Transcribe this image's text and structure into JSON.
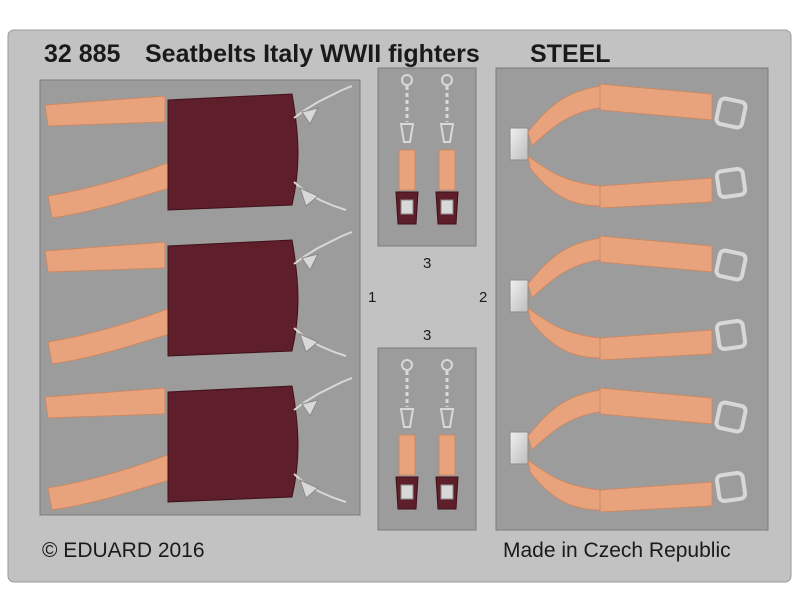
{
  "header": {
    "code": "32 885",
    "title": "Seatbelts Italy WWII fighters",
    "material": "STEEL"
  },
  "footer": {
    "copyright": "© EDUARD 2016",
    "origin": "Made in Czech Republic"
  },
  "part_numbers": [
    "1",
    "2",
    "3",
    "3"
  ],
  "colors": {
    "fret": "#c2c2c2",
    "panel": "#9c9c9c",
    "belt": "#e8a37c",
    "pad": "#5e1f2b",
    "metal": "#d8d8d8"
  }
}
